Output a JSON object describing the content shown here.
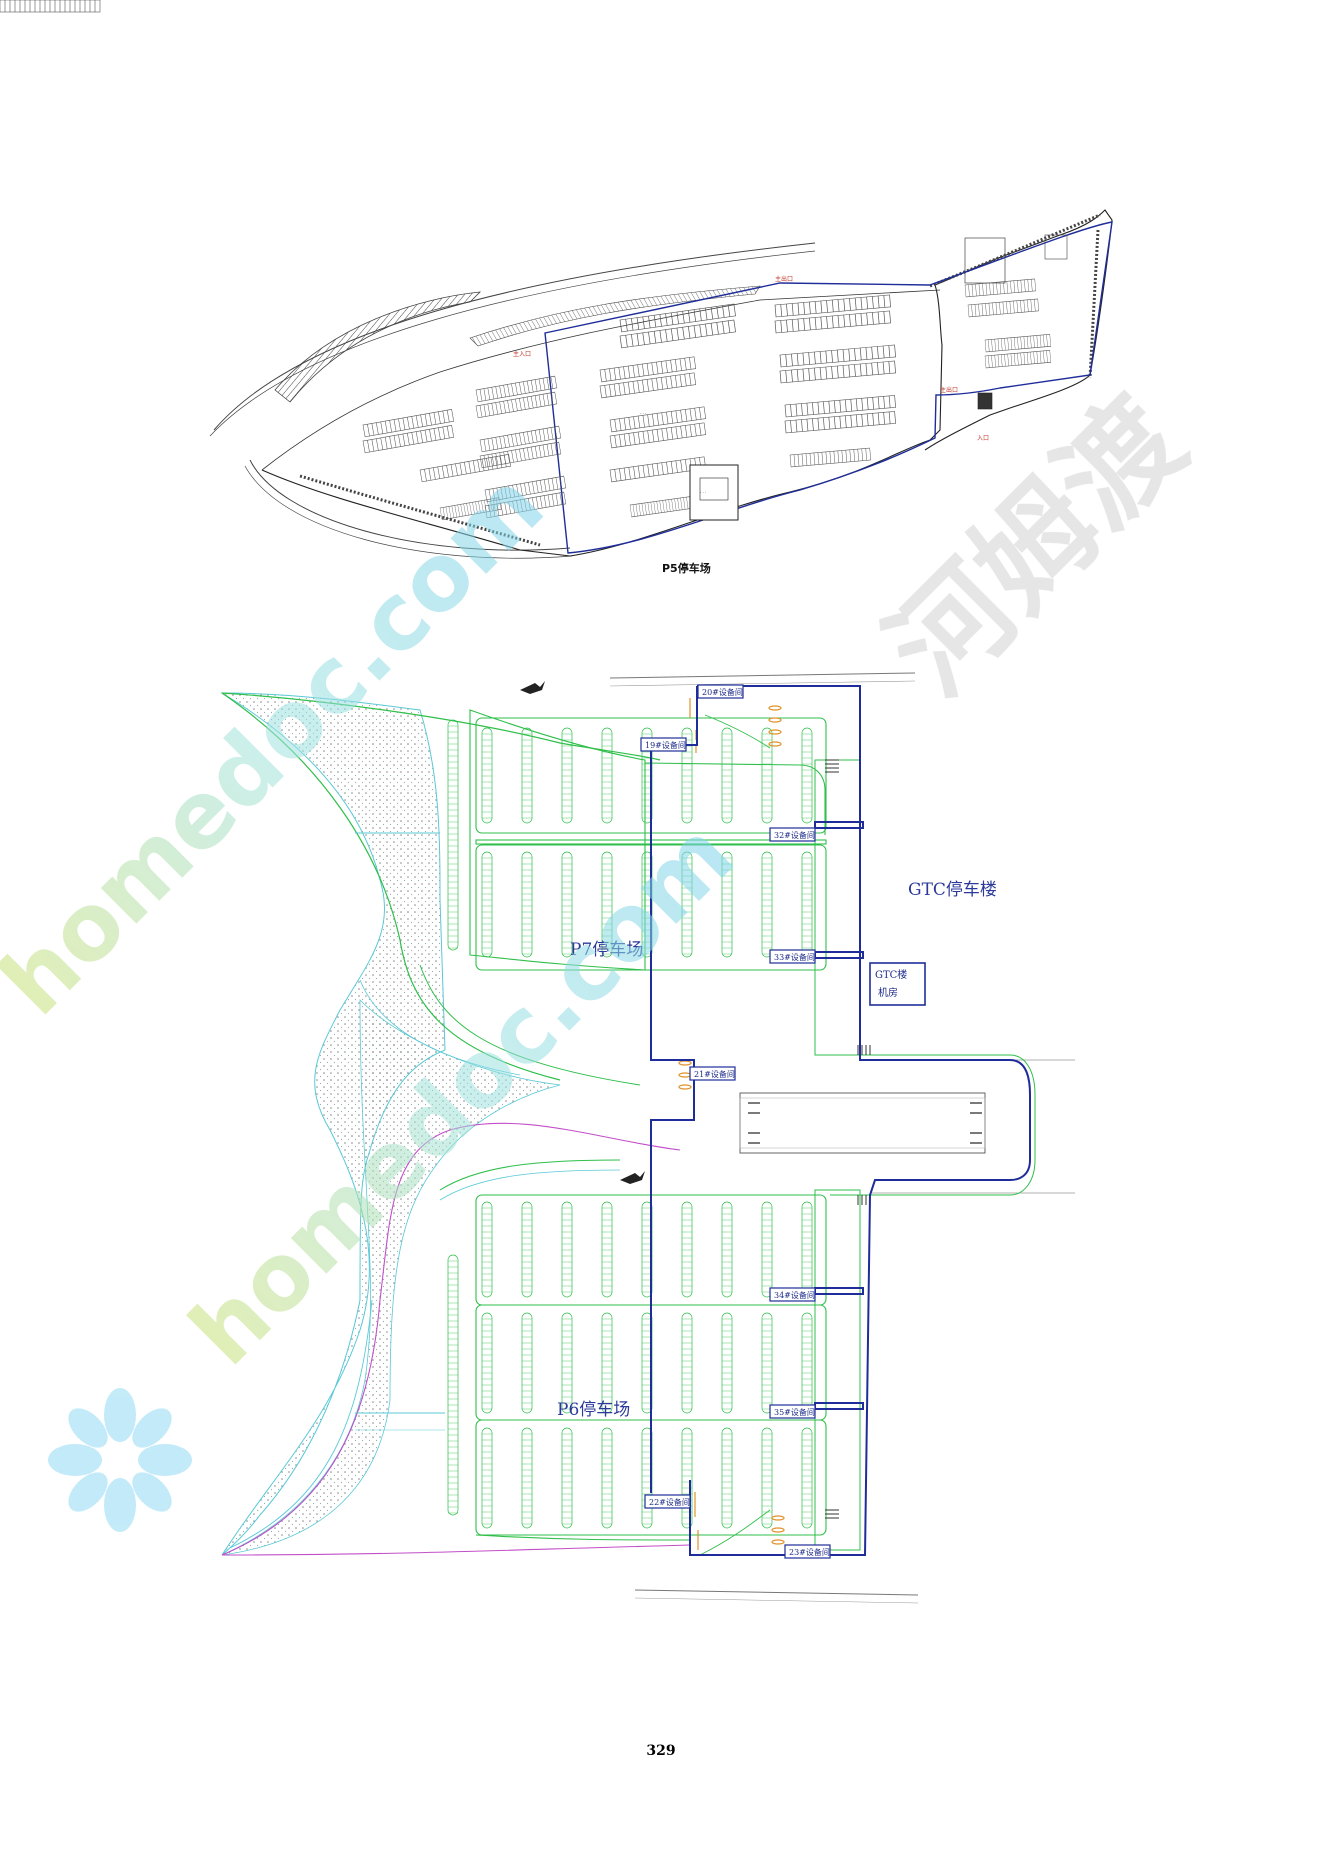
{
  "p5": {
    "caption": "P5停车场",
    "labels": [
      "主入口",
      "主出口",
      "入口"
    ]
  },
  "p6p7": {
    "lot_p7": "P7停车场",
    "lot_p6": "P6停车场",
    "gtc_building": "GTC停车楼",
    "gtc_room": [
      "GTC楼",
      "机房"
    ],
    "rooms": {
      "r19": "19#设备间",
      "r20": "20#设备间",
      "r21": "21#设备间",
      "r22": "22#设备间",
      "r23": "23#设备间",
      "r32": "32#设备间",
      "r33": "33#设备间",
      "r34": "34#设备间",
      "r35": "35#设备间"
    }
  },
  "page_number": "329",
  "watermark": {
    "latin": "homedoc.com",
    "cn": "河姆渡"
  },
  "colors": {
    "outline_blue": "#1f2d9a",
    "bay_green": "#2fbf4a",
    "boundary_cyan": "#59c9d6",
    "road_magenta": "#c24fc9",
    "hatch_gray": "#7a7a7a"
  }
}
